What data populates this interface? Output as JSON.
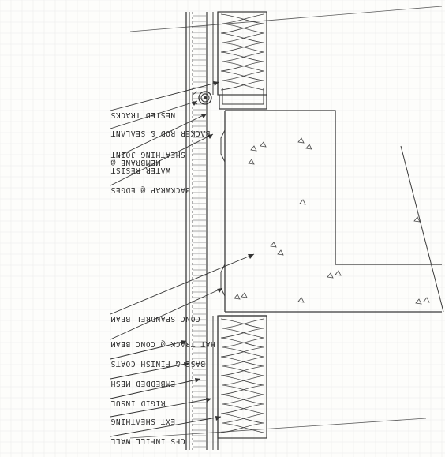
{
  "labels": {
    "nested_tracks": "NESTED TRACKS",
    "backer_rod": "BACKER ROD & SEALANT",
    "water_resist_1": "WATER RESIST",
    "water_resist_2": "MEMBRANE @",
    "water_resist_3": "SHEATHING JOINT",
    "backwrap": "BACKWRAP @ EDGES",
    "conc_beam": "CONC SPANDREL BEAM",
    "hat_track": "HAT TRACK @ CONC BEAM",
    "base_finish": "BASE & FINISH COATS",
    "mesh": "EMBEDDED MESH",
    "rigid_insul": "RIGID INSUL",
    "ext_sheathing": "EXT SHEATHING",
    "cfs_wall": "CFS INFILL WALL"
  },
  "colors": {
    "ink": "#3a3a3a",
    "paper": "#fdfdfb",
    "grid": "#ececec"
  }
}
